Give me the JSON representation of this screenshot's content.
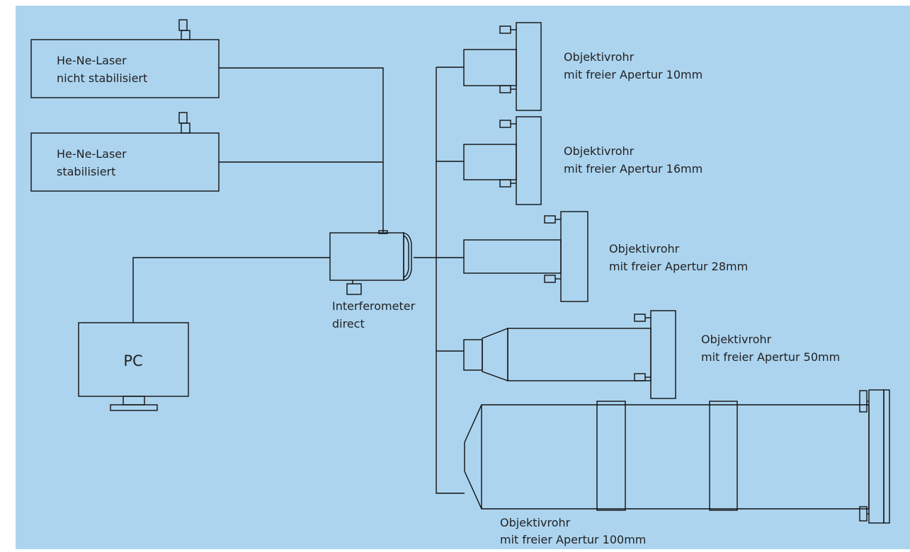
{
  "colors": {
    "background": "#acd4ef",
    "stroke": "#111111",
    "text": "#222222"
  },
  "components": {
    "laser_unstabilized": {
      "line1": "He-Ne-Laser",
      "line2": "nicht stabilisiert"
    },
    "laser_stabilized": {
      "line1": "He-Ne-Laser",
      "line2": "stabilisiert"
    },
    "pc": {
      "label": "PC"
    },
    "interferometer": {
      "line1": "Interferometer",
      "line2": "direct"
    }
  },
  "objectives": [
    {
      "line1": "Objektivrohr",
      "line2": "mit freier Apertur 10mm"
    },
    {
      "line1": "Objektivrohr",
      "line2": "mit freier Apertur 16mm"
    },
    {
      "line1": "Objektivrohr",
      "line2": "mit freier Apertur 28mm"
    },
    {
      "line1": "Objektivrohr",
      "line2": "mit freier Apertur 50mm"
    },
    {
      "line1": "Objektivrohr",
      "line2": "mit freier Apertur 100mm"
    }
  ]
}
